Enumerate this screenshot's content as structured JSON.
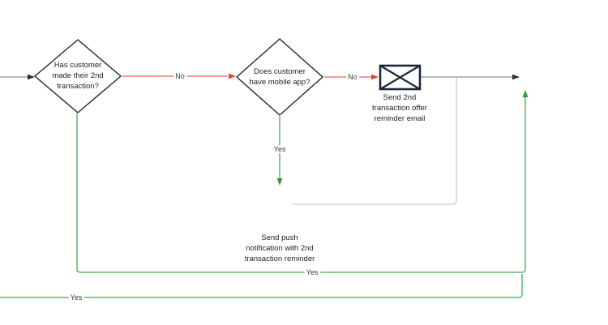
{
  "diagram": {
    "background": "#ffffff",
    "nodes": {
      "decision1": {
        "type": "decision-diamond",
        "label": "Has customer\nmade their 2nd\ntransaction?"
      },
      "decision2": {
        "type": "decision-diamond",
        "label": "Does customer\nhave mobile app?"
      },
      "email": {
        "type": "email-task",
        "icon": "envelope-icon",
        "label": "Send 2nd\ntransaction offer\nreminder email"
      },
      "push": {
        "type": "text-node",
        "label": "Send push\nnotification with 2nd\ntransaction reminder"
      }
    },
    "edge_labels": {
      "no_decision1_to_decision2": "No",
      "no_decision2_to_email": "No",
      "yes_decision2_down": "Yes",
      "yes_decision1_loop": "Yes",
      "yes_offscreen_loop": "Yes"
    },
    "colors": {
      "no_edge": "#ed5f58",
      "no_arrowhead": "#e0423c",
      "yes_edge": "#44a94d",
      "yes_arrowhead": "#2f9e3f",
      "flow_edge": "#8e9196",
      "flow_arrowhead": "#2b3440",
      "branch_edge": "#d2d3d5",
      "node_stroke": "#23272e",
      "node_fill": "#ffffff",
      "email_icon": "#1d2937",
      "label_text": "#1f1f1f"
    }
  }
}
